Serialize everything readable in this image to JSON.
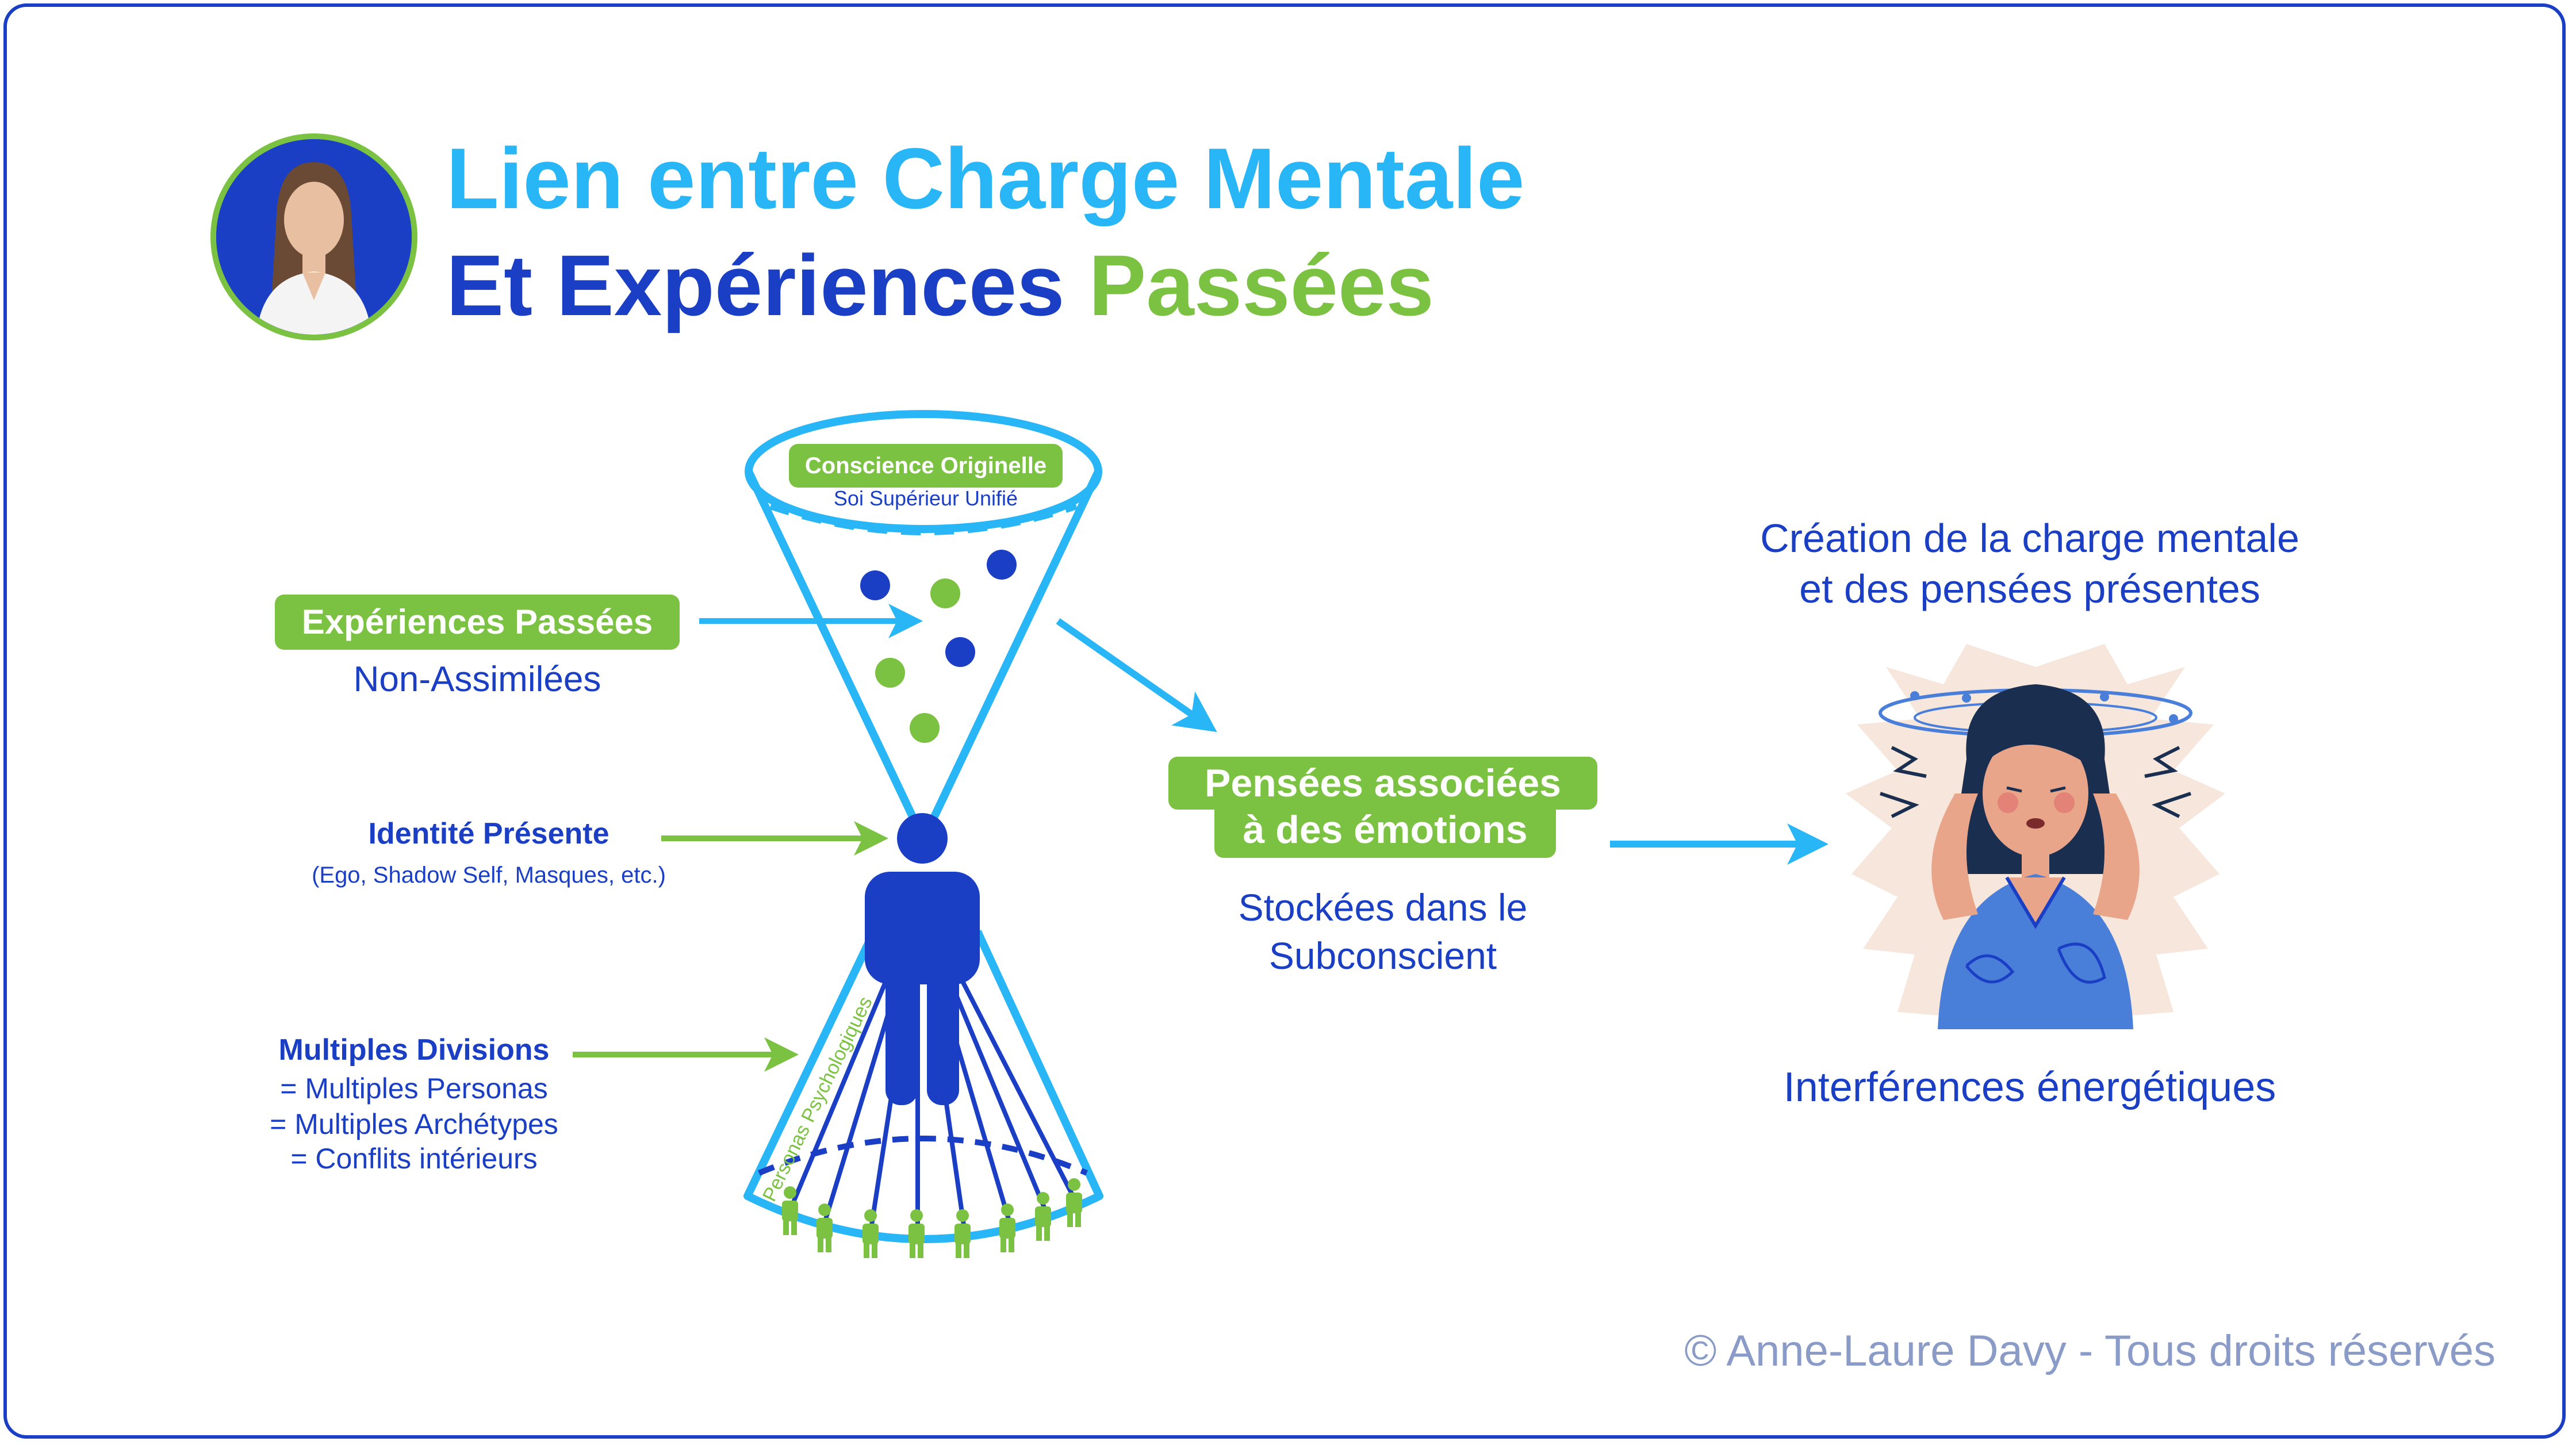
{
  "title": {
    "line1": "Lien entre Charge Mentale",
    "line2_part1": "Et Expériences ",
    "line2_part2": "Passées"
  },
  "funnel": {
    "top_pill": "Conscience Originelle",
    "top_sub": "Soi Supérieur Unifié",
    "side_label": "Personas Psychologiques"
  },
  "left": {
    "past_pill": "Expériences Passées",
    "past_sub": "Non-Assimilées",
    "identity_title": "Identité Présente",
    "identity_sub": "(Ego, Shadow Self, Masques, etc.)",
    "divisions_title": "Multiples Divisions",
    "divisions_line1": "= Multiples Personas",
    "divisions_line2": "= Multiples Archétypes",
    "divisions_line3": "= Conflits intérieurs"
  },
  "middle": {
    "pill_line1": "Pensées associées",
    "pill_line2": "à des émotions",
    "sub_line1": "Stockées dans le",
    "sub_line2": "Subconscient"
  },
  "right": {
    "top_line1": "Création de la charge mentale",
    "top_line2": "et des pensées présentes",
    "bottom": "Interférences énergétiques"
  },
  "footer": "© Anne-Laure Davy - Tous droits réservés",
  "colors": {
    "dark_blue": "#1a3fc4",
    "light_blue": "#29b6f6",
    "green": "#7cc242",
    "footer_gray": "#8a9bc8"
  }
}
